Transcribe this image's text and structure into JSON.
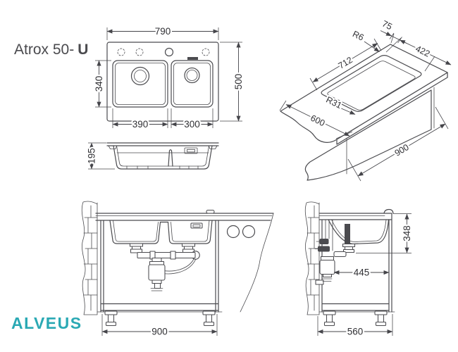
{
  "title": {
    "model": "Atrox 50-",
    "variant": "U"
  },
  "brand": {
    "logo": "ALVEUS",
    "logo_color": "#2aa9b4"
  },
  "colors": {
    "line": "#4b4b4f",
    "dim_text": "#303034",
    "title_text": "#4a4a4e"
  },
  "views": {
    "plan": {
      "overall_width": "790",
      "overall_depth": "500",
      "bowl_depth": "340",
      "left_bowl_width": "390",
      "right_bowl_width": "300"
    },
    "elevation": {
      "bowl_height": "195"
    },
    "isometric": {
      "cutout_length": "712",
      "edge_radius": "R6",
      "back_offset": "75",
      "cutout_depth": "422",
      "inner_radius": "R31",
      "worktop_depth": "600",
      "cabinet_width": "900"
    },
    "install_front": {
      "cabinet_width": "900"
    },
    "install_side": {
      "mount_depth": "348",
      "drain_offset": "445",
      "cabinet_depth": "560"
    }
  }
}
